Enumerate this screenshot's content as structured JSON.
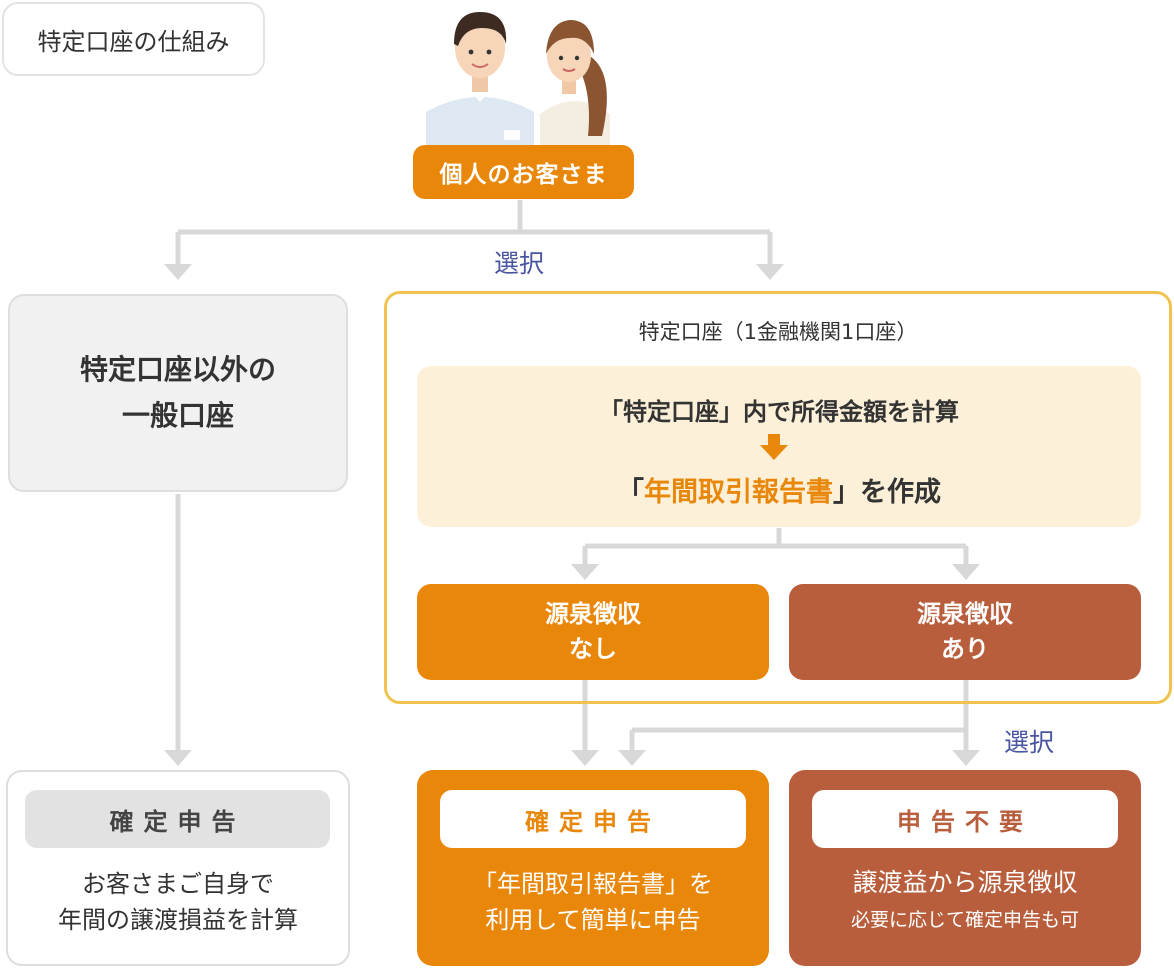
{
  "title": "特定口座の仕組み",
  "customer": {
    "label": "個人のお客さま"
  },
  "choice_label_top": "選択",
  "choice_label_bottom": "選択",
  "general_account": {
    "line1": "特定口座以外の",
    "line2": "一般口座"
  },
  "tokutei": {
    "caption": "特定口座（1金融機関1口座）",
    "calc_line1": "「特定口座」内で所得金額を計算",
    "calc_line2_open": "「",
    "calc_line2_highlight": "年間取引報告書",
    "calc_line2_close": "」を作成",
    "no_withholding": {
      "line1": "源泉徴収",
      "line2": "なし"
    },
    "with_withholding": {
      "line1": "源泉徴収",
      "line2": "あり"
    }
  },
  "results": {
    "general": {
      "badge": "確定申告",
      "line1": "お客さまご自身で",
      "line2": "年間の譲渡損益を計算"
    },
    "no_withholding": {
      "badge": "確定申告",
      "line1": "「年間取引報告書」を",
      "line2": "利用して簡単に申告"
    },
    "with_withholding": {
      "badge": "申告不要",
      "line1": "譲渡益から源泉徴収",
      "line2": "必要に応じて確定申告も可"
    }
  },
  "colors": {
    "orange": "#e8870a",
    "brown": "#b95e3d",
    "gold_border": "#efc34e",
    "cream": "#fdf0d9",
    "navy_text": "#4a55a2",
    "connector": "#d8d8d8"
  }
}
